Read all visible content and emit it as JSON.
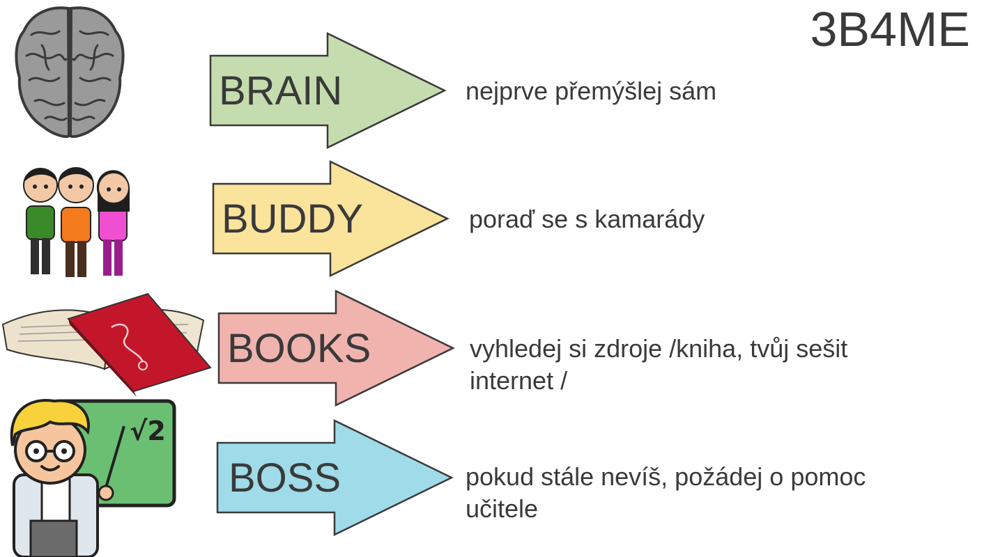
{
  "title": "3B4ME",
  "rows": [
    {
      "label": "BRAIN",
      "description": "nejprve přemýšlej sám",
      "color": "#c5dcae",
      "icon": "brain-icon"
    },
    {
      "label": "BUDDY",
      "description": "poraď se s kamarády",
      "color": "#fae39b",
      "icon": "friends-icon"
    },
    {
      "label": "BOOKS",
      "description": "vyhledej si zdroje /kniha, tvůj sešit internet /",
      "color": "#f1b3ae",
      "icon": "books-icon"
    },
    {
      "label": "BOSS",
      "description": "pokud stále nevíš, požádej o pomoc učitele",
      "color": "#9fdbe8",
      "icon": "teacher-icon"
    }
  ],
  "colors": {
    "text": "#3a3a3a",
    "arrow_stroke": "#3a3a3a"
  }
}
